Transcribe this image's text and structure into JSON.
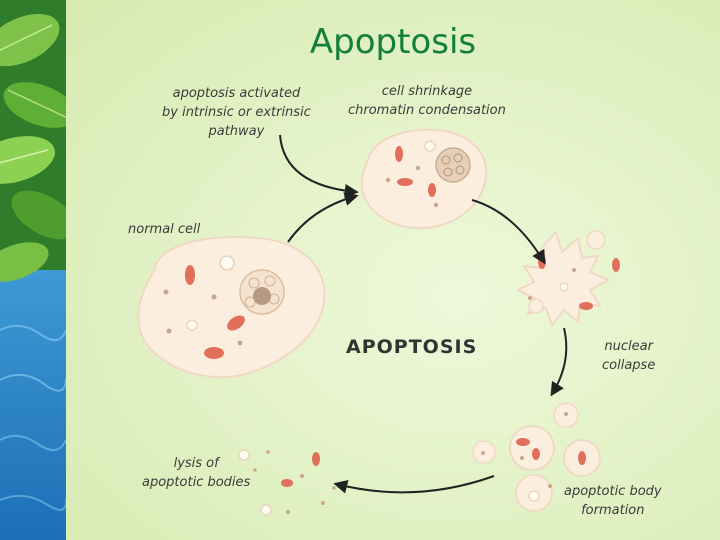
{
  "slide": {
    "title": "Apoptosis"
  },
  "diagram": {
    "center_label": "APOPTOSIS",
    "stages": [
      {
        "id": "activated",
        "lines": [
          "apoptosis activated",
          "by intrinsic or extrinsic",
          "pathway"
        ]
      },
      {
        "id": "shrinkage",
        "lines": [
          "cell shrinkage",
          "chromatin condensation"
        ]
      },
      {
        "id": "normal",
        "lines": [
          "normal cell"
        ]
      },
      {
        "id": "nuclear",
        "lines": [
          "nuclear",
          "collapse"
        ]
      },
      {
        "id": "lysis",
        "lines": [
          "lysis of",
          "apoptotic bodies"
        ]
      },
      {
        "id": "bodies",
        "lines": [
          "apoptotic body",
          "formation"
        ]
      }
    ]
  },
  "colors": {
    "title": "#12803a",
    "cell_fill": "#fbeede",
    "mitochondria": "#e0705a",
    "arrow": "#222222"
  }
}
